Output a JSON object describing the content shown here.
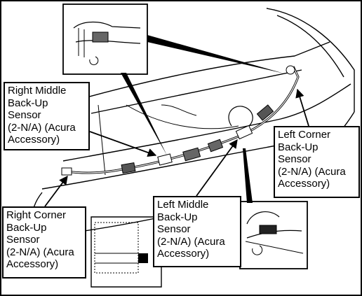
{
  "callouts": {
    "right_middle": {
      "lines": [
        "Right Middle",
        "Back-Up",
        "Sensor",
        "(2-N/A) (Acura",
        "Accessory)"
      ]
    },
    "left_corner": {
      "lines": [
        "Left Corner",
        "Back-Up",
        "Sensor",
        "(2-N/A) (Acura",
        "Accessory)"
      ]
    },
    "right_corner": {
      "lines": [
        "Right Corner",
        "Back-Up",
        "Sensor",
        "(2-N/A) (Acura",
        "Accessory)"
      ]
    },
    "left_middle": {
      "lines": [
        "Left Middle",
        "Back-Up",
        "Sensor",
        "(2-N/A) (Acura",
        "Accessory)"
      ]
    }
  },
  "colors": {
    "line": "#000000",
    "background": "#ffffff"
  }
}
